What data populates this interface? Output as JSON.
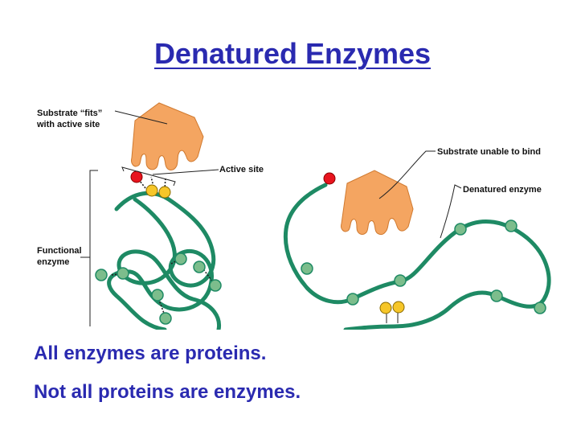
{
  "slide": {
    "title": "Denatured Enzymes"
  },
  "labels": {
    "substrate_fits_line1": "Substrate “fits”",
    "substrate_fits_line2": "with active site",
    "active_site": "Active site",
    "functional_line1": "Functional",
    "functional_line2": "enzyme",
    "substrate_unable": "Substrate unable to bind",
    "denatured_enzyme": "Denatured enzyme"
  },
  "bullets": [
    "All enzymes are proteins.",
    "Not all proteins are enzymes."
  ],
  "colors": {
    "title": "#2a2ab0",
    "chain": "#1e8a64",
    "node": "#7cbd8c",
    "substrate": "#f4a561",
    "active_red": "#e8141e",
    "active_yellow": "#f6c629"
  }
}
